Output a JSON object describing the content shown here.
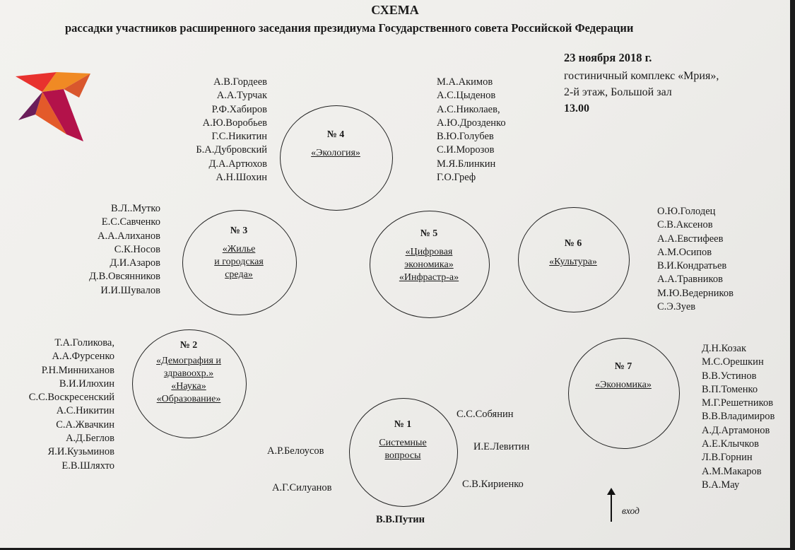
{
  "header": {
    "title": "СХЕМА",
    "subtitle": "рассадки участников расширенного заседания президиума Государственного совета Российской Федерации"
  },
  "info": {
    "date": "23 ноября 2018 г.",
    "venue_line1": "гостиничный комплекс «Мрия»,",
    "venue_line2": "2-й этаж, Большой зал",
    "time": "13.00"
  },
  "logo": {
    "icon": "bird-logo-icon",
    "colors": [
      "#e8322e",
      "#f08a24",
      "#b3124a",
      "#6b1e5a"
    ]
  },
  "tables": {
    "t1": {
      "number": "№ 1",
      "line1": "Системные",
      "line2": "вопросы"
    },
    "t2": {
      "number": "№ 2",
      "line1": "«Демография и",
      "line2": "здравоохр.»",
      "line3": "«Наука»",
      "line4": "«Образование»"
    },
    "t3": {
      "number": "№ 3",
      "line1": "«Жилье",
      "line2": "и городская",
      "line3": "среда»"
    },
    "t4": {
      "number": "№ 4",
      "line1": "«Экология»"
    },
    "t5": {
      "number": "№ 5",
      "line1": "«Цифровая",
      "line2": "экономика»",
      "line3": "«Инфрастр-а»"
    },
    "t6": {
      "number": "№ 6",
      "line1": "«Культура»"
    },
    "t7": {
      "number": "№ 7",
      "line1": "«Экономика»"
    }
  },
  "participants": {
    "t4": [
      "А.В.Гордеев",
      "А.А.Турчак",
      "Р.Ф.Хабиров",
      "А.Ю.Воробьев",
      "Г.С.Никитин",
      "Б.А.Дубровский",
      "Д.А.Артюхов",
      "А.Н.Шохин"
    ],
    "t5": [
      "М.А.Акимов",
      "А.С.Цыденов",
      "А.С.Николаев,",
      "А.Ю.Дрозденко",
      "В.Ю.Голубев",
      "С.И.Морозов",
      "М.Я.Блинкин",
      "Г.О.Греф"
    ],
    "t3": [
      "В.Л..Мутко",
      "Е.С.Савченко",
      "А.А.Алиханов",
      "С.К.Носов",
      "Д.И.Азаров",
      "Д.В.Овсянников",
      "И.И.Шувалов"
    ],
    "t6": [
      "О.Ю.Голодец",
      "С.В.Аксенов",
      "А.А.Евстифеев",
      "А.М.Осипов",
      "В.И.Кондратьев",
      "А.А.Травников",
      "М.Ю.Ведерников",
      "С.Э.Зуев"
    ],
    "t2": [
      "Т.А.Голикова,",
      "А.А.Фурсенко",
      "Р.Н.Минниханов",
      "В.И.Илюхин",
      "С.С.Воскресенский",
      "А.С.Никитин",
      "С.А.Жвачкин",
      "А.Д.Беглов",
      "Я.И.Кузьминов",
      "Е.В.Шляхто"
    ],
    "t7": [
      "Д.Н.Козак",
      "М.С.Орешкин",
      "В.В.Устинов",
      "В.П.Томенко",
      "М.Г.Решетников",
      "В.В.Владимиров",
      "А.Д.Артамонов",
      "А.Е.Клычков",
      "Л.В.Горнин",
      "А.М.Макаров",
      "В.А.Мау"
    ],
    "t1": {
      "belousov": "А.Р.Белоусов",
      "siluanov": "А.Г.Силуанов",
      "sobyanin": "С.С.Собянин",
      "levitin": "И.Е.Левитин",
      "kirienko": "С.В.Кириенко",
      "putin": "В.В.Путин"
    }
  },
  "entrance": {
    "label": "вход",
    "icon": "arrow-up-icon"
  }
}
